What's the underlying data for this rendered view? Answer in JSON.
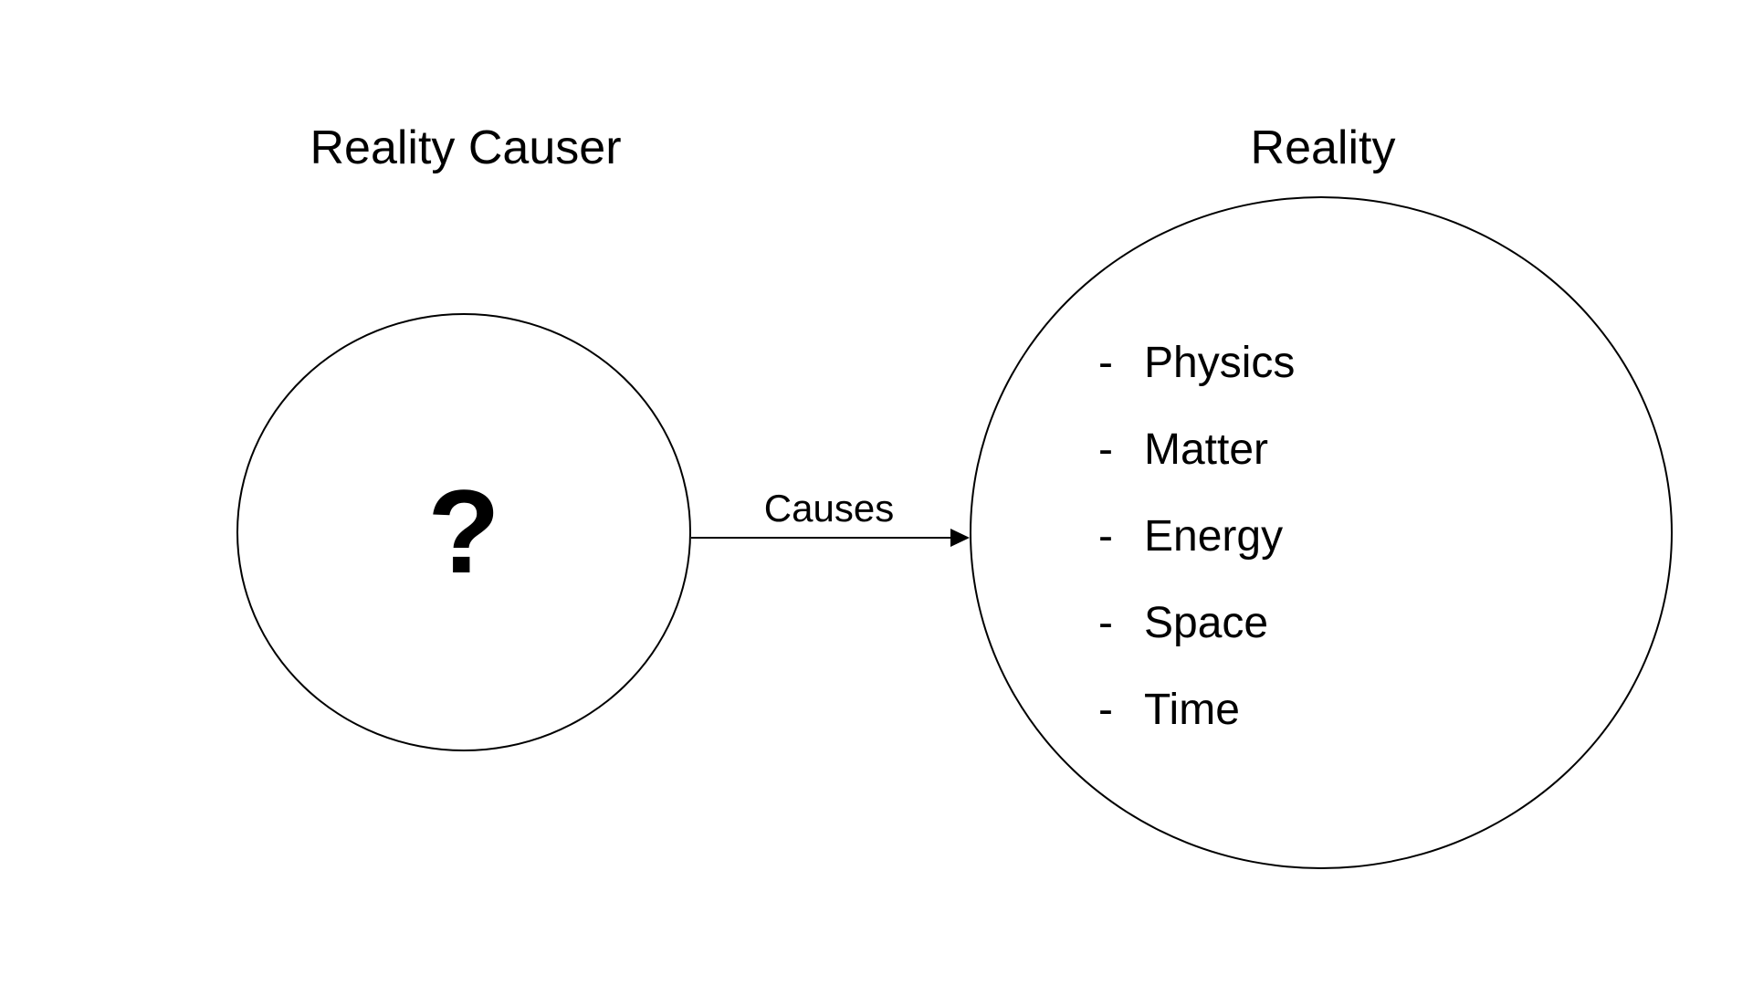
{
  "diagram": {
    "background_color": "#ffffff",
    "line_color": "#000000",
    "text_color": "#000000",
    "left_node": {
      "title": "Reality Causer",
      "symbol": "?"
    },
    "connector": {
      "label": "Causes"
    },
    "right_node": {
      "title": "Reality",
      "items": [
        {
          "bullet": "-",
          "label": "Physics"
        },
        {
          "bullet": "-",
          "label": "Matter"
        },
        {
          "bullet": "-",
          "label": "Energy"
        },
        {
          "bullet": "-",
          "label": "Space"
        },
        {
          "bullet": "-",
          "label": "Time"
        }
      ]
    }
  }
}
